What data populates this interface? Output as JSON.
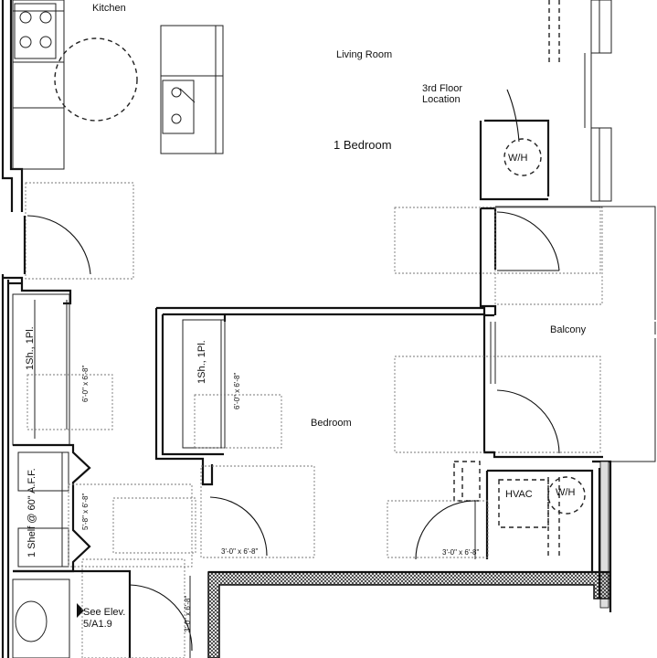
{
  "plan": {
    "unit_type": "1 Bedroom",
    "rooms": {
      "kitchen": "Kitchen",
      "living_room": "Living Room",
      "bedroom": "Bedroom",
      "balcony": "Balcony"
    },
    "notes": {
      "third_floor_line1": "3rd Floor",
      "third_floor_line2": "Location",
      "shelf": "1 Shelf @ 60\" A.F.F.",
      "see_elev_line1": "See Elev.",
      "see_elev_line2": "5/A1.9"
    },
    "equipment": {
      "water_heater_1": "W/H",
      "water_heater_2": "W/H",
      "hvac": "HVAC"
    },
    "closets": {
      "hall_closet": "1Sh., 1Pl.",
      "bedroom_closet": "1Sh., 1Pl."
    },
    "doors": {
      "hall_closet_door": "6'-0\" x 6'-8\"",
      "bedroom_closet_door": "6'-0\" x 6'-8\"",
      "linen_door": "5'-8\" x 6'-8\"",
      "bedroom_door": "3'-0\" x 6'-8\"",
      "mech_door": "3'-0\" x 6'-8\"",
      "bath_door": "3'-0\" x 6'-8\""
    }
  }
}
